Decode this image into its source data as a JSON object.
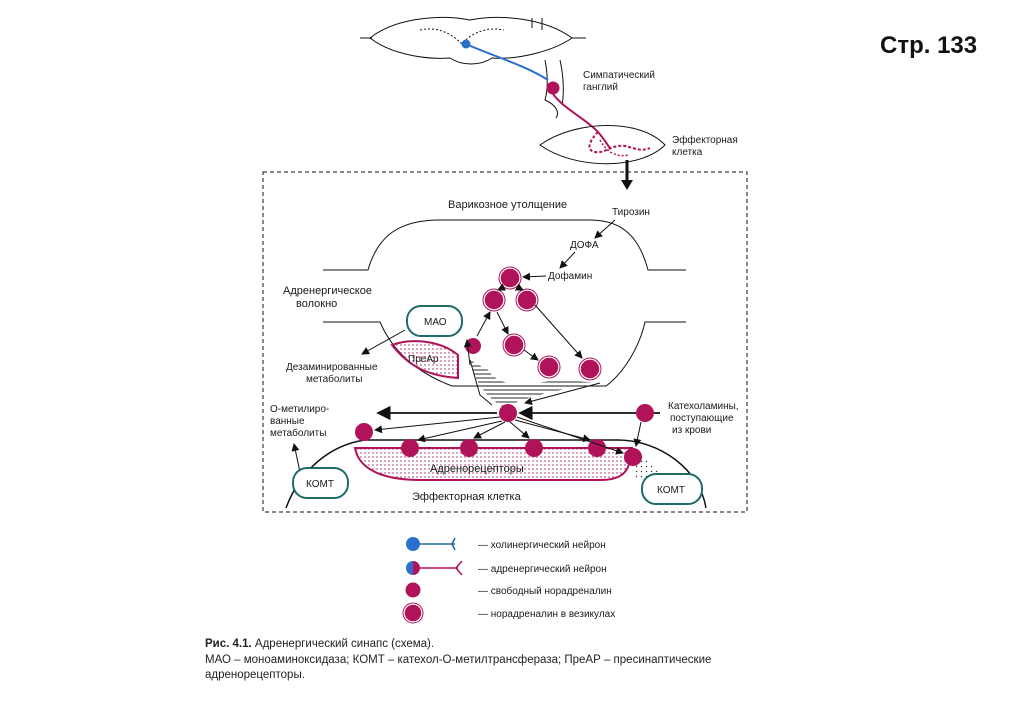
{
  "page": {
    "number": "Стр.  133"
  },
  "top": {
    "ganglion": [
      "Симпатический",
      "ганглий"
    ],
    "effector": [
      "Эффекторная",
      "клетка"
    ]
  },
  "synapse": {
    "varicosity": "Варикозное утолщение",
    "tyrosine": "Тирозин",
    "dopa": "ДОФА",
    "dopamine": "Дофамин",
    "fiber": [
      "Адренергическое",
      "волокно"
    ],
    "mao": "МАО",
    "prear": "ПреАр",
    "deaminated": [
      "Дезаминированные",
      "метаболиты"
    ],
    "omethyl": [
      "О-метилиро-",
      "ванные",
      "метаболиты"
    ],
    "catecholamines": [
      "Катехоламины,",
      "поступающие",
      "из крови"
    ],
    "receptors": "Адренорецепторы",
    "comt_left": "КОМТ",
    "comt_right": "КОМТ",
    "effector_cell": "Эффекторная клетка"
  },
  "legend": [
    {
      "icon": "cholinergic-neuron-icon",
      "label": "— холинергический нейрон"
    },
    {
      "icon": "adrenergic-neuron-icon",
      "label": "— адренергический нейрон"
    },
    {
      "icon": "free-noradrenaline-icon",
      "label": "— свободный норадреналин"
    },
    {
      "icon": "vesicle-noradrenaline-icon",
      "label": "— норадреналин в везикулах"
    }
  ],
  "caption": {
    "title_bold": "Рис. 4.1.",
    "title_rest": " Адренергический синапс (схема).",
    "line2": "МАО – моноаминоксидаза; КОМТ – катехол-О-метилтрансфераза; ПреАР – пресинаптические",
    "line3": "адренорецепторы."
  },
  "colors": {
    "magenta": "#b0135a",
    "teal": "#1f6b6b",
    "blue": "#2a6fc9",
    "pink_fill": "#f6d9e6"
  }
}
